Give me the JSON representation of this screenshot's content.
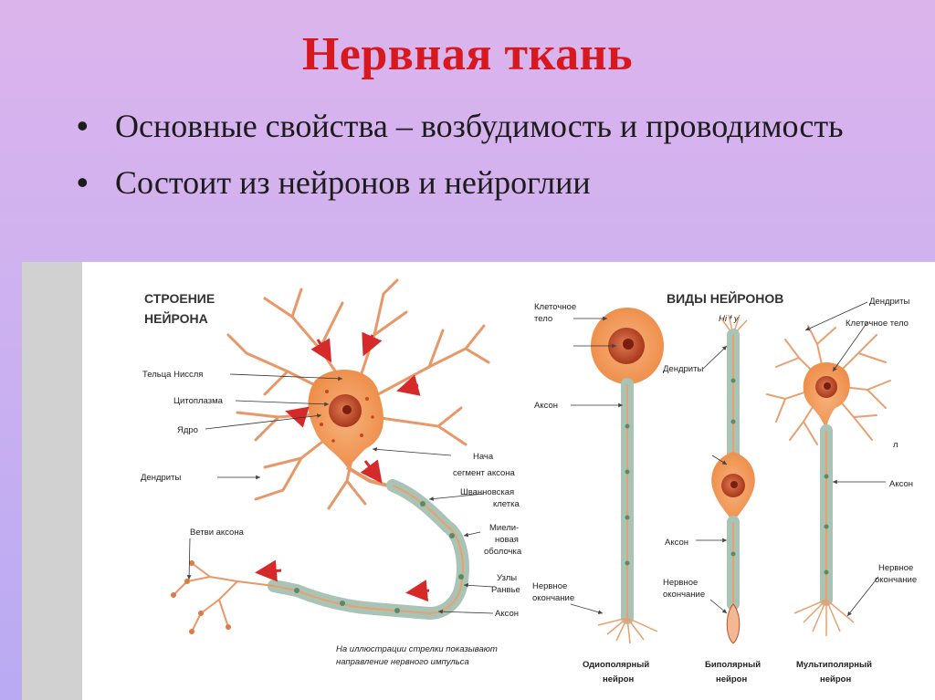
{
  "slide": {
    "title": "Нервная ткань",
    "bullets": [
      "Основные свойства – возбудимость и проводимость",
      "Состоит из нейронов и нейроглии"
    ]
  },
  "figure": {
    "structure": {
      "title_line1": "СТРОЕНИЕ",
      "title_line2": "НЕЙРОНА",
      "labels": {
        "nissl": "Тельца Ниссля",
        "cytoplasm": "Цитоплазма",
        "nucleus": "Ядро",
        "dendrites": "Дендриты",
        "axon_branches": "Ветви аксона",
        "initial_segment_1": "Нача",
        "initial_segment_2": "сегмент аксона",
        "schwann_1": "Шванновская",
        "schwann_2": "клетка",
        "myelin_1": "Миели-",
        "myelin_2": "новая",
        "myelin_3": "оболочка",
        "ranvier_1": "Узлы",
        "ranvier_2": "Ранвье",
        "axon": "Аксон"
      },
      "caption_line1": "На иллюстрации стрелки показывают",
      "caption_line2": "направление нервного импульса"
    },
    "types": {
      "title": "ВИДЫ НЕЙРОНОВ",
      "labels": {
        "cell_body_1": "Клеточное",
        "cell_body_2": "тело",
        "axon_left": "Аксон",
        "nerve_ending_1": "Нервное",
        "nerve_ending_2": "окончание",
        "dendrites_mid": "Дендриты",
        "axon_mid": "Аксон",
        "nerve_ending_mid_1": "Нервное",
        "nerve_ending_mid_2": "окончание",
        "dendrites_right": "Дендриты",
        "cell_body_right": "Клеточное тело",
        "axon_right": "Аксон",
        "nerve_ending_right_1": "Нервное",
        "nerve_ending_right_2": "окончание",
        "stray_mark": "Hi f y",
        "stray_mark_2": "л"
      },
      "captions": {
        "unipolar_1": "Одиополярный",
        "unipolar_2": "нейрон",
        "bipolar_1": "Биполярный",
        "bipolar_2": "нейрон",
        "multipolar_1": "Мультиполярный",
        "multipolar_2": "нейрон"
      }
    }
  },
  "colors": {
    "title": "#d7181f",
    "soma": "#f29a5a",
    "dendrite": "#e8a070",
    "nucleus": "#c0502a",
    "myelin": "#a9c4b4",
    "arrow": "#d62a2a"
  }
}
